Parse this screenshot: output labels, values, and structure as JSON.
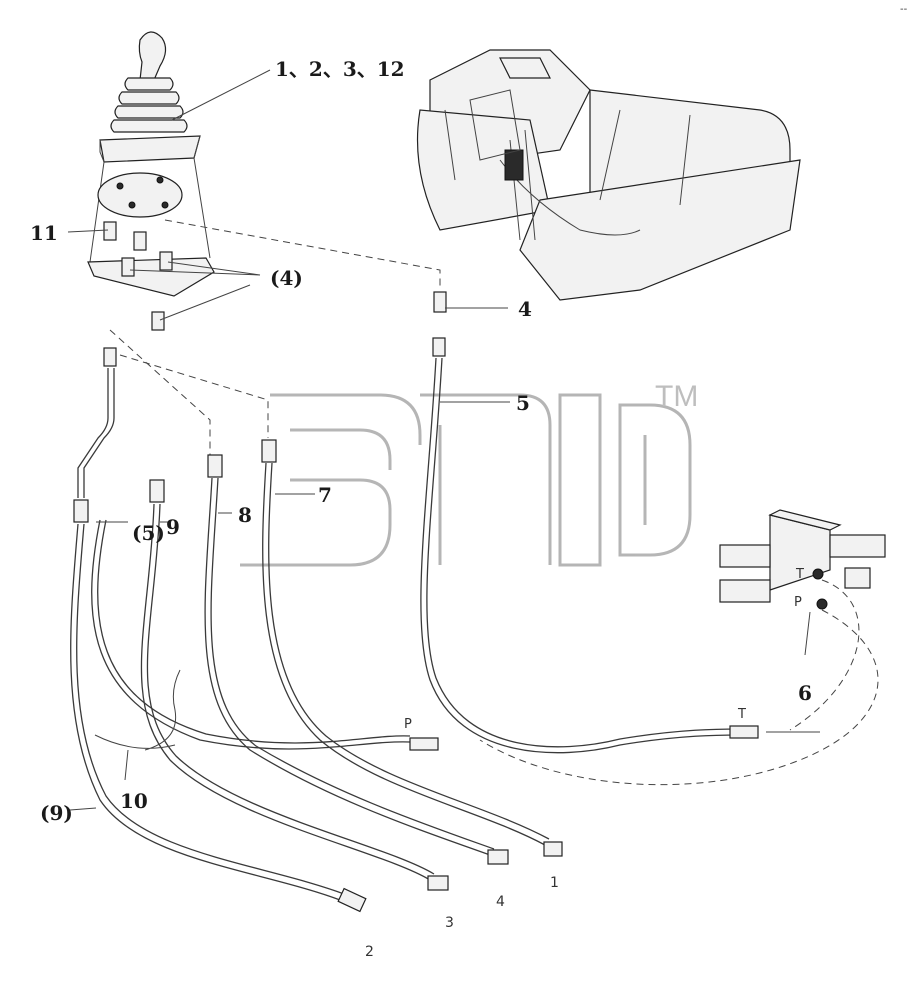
{
  "labels": {
    "joystick_parts": "1、2、3、12",
    "fitting_11": "11",
    "fittings_4_group": "(4)",
    "fitting_4": "4",
    "hose_5": "5",
    "hose_7": "7",
    "hose_8": "8",
    "hose_9": "9",
    "hose_5_paren": "(5)",
    "hose_9_paren": "(9)",
    "valve_6": "6",
    "clamp_10": "10",
    "port_p_line": "P",
    "port_t_line": "T",
    "valve_port_t": "T",
    "valve_port_p": "P",
    "end_1": "1",
    "end_2": "2",
    "end_3": "3",
    "end_4": "4"
  },
  "watermark": {
    "text": "ΞΠIΦ",
    "trademark": "TM"
  },
  "corner_mark": "--"
}
